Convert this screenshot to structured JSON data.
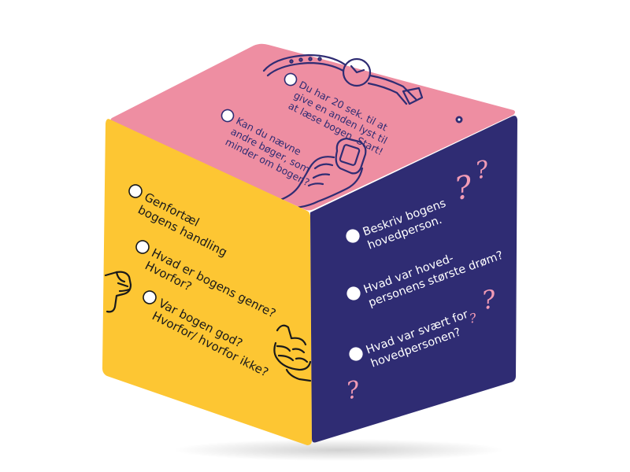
{
  "colors": {
    "top_face": "#ee8ea2",
    "left_face": "#fdc633",
    "right_face": "#2f2c73",
    "top_ink": "#2f2c73",
    "left_ink": "#1a1a1a",
    "right_ink": "#ffffff",
    "accent_pink": "#f29bb5"
  },
  "cube": {
    "top_face": {
      "questions": [
        {
          "lines": [
            "Du har 20 sek. til at",
            "give en anden lyst til",
            "at læse bogen. Start!"
          ],
          "icon": "watch-illustration"
        },
        {
          "lines": [
            "Kan du nævne",
            "andre bøger, som",
            "minder om bogen?"
          ],
          "icon": "hand-holding-phone-illustration"
        }
      ],
      "corner_icon": "droplet-icon"
    },
    "left_face": {
      "questions": [
        {
          "lines": [
            "Genfortæl",
            "bogens handling"
          ]
        },
        {
          "lines": [
            "Hvad er bogens genre?",
            "Hvorfor?"
          ]
        },
        {
          "lines": [
            "Var bogen god?",
            "Hvorfor/ hvorfor ikke?"
          ]
        }
      ],
      "icons": [
        "thumb-down-icon",
        "thumb-up-icon"
      ]
    },
    "right_face": {
      "questions": [
        {
          "lines": [
            "Beskriv bogens",
            "hovedperson."
          ]
        },
        {
          "lines": [
            "Hvad var hoved-",
            "personens største drøm?"
          ]
        },
        {
          "lines": [
            "Hvad var svært for",
            "hovedpersonen?"
          ]
        }
      ],
      "icons": [
        "question-mark-icon",
        "question-mark-icon",
        "question-mark-icon",
        "question-mark-icon",
        "question-mark-icon"
      ]
    }
  }
}
